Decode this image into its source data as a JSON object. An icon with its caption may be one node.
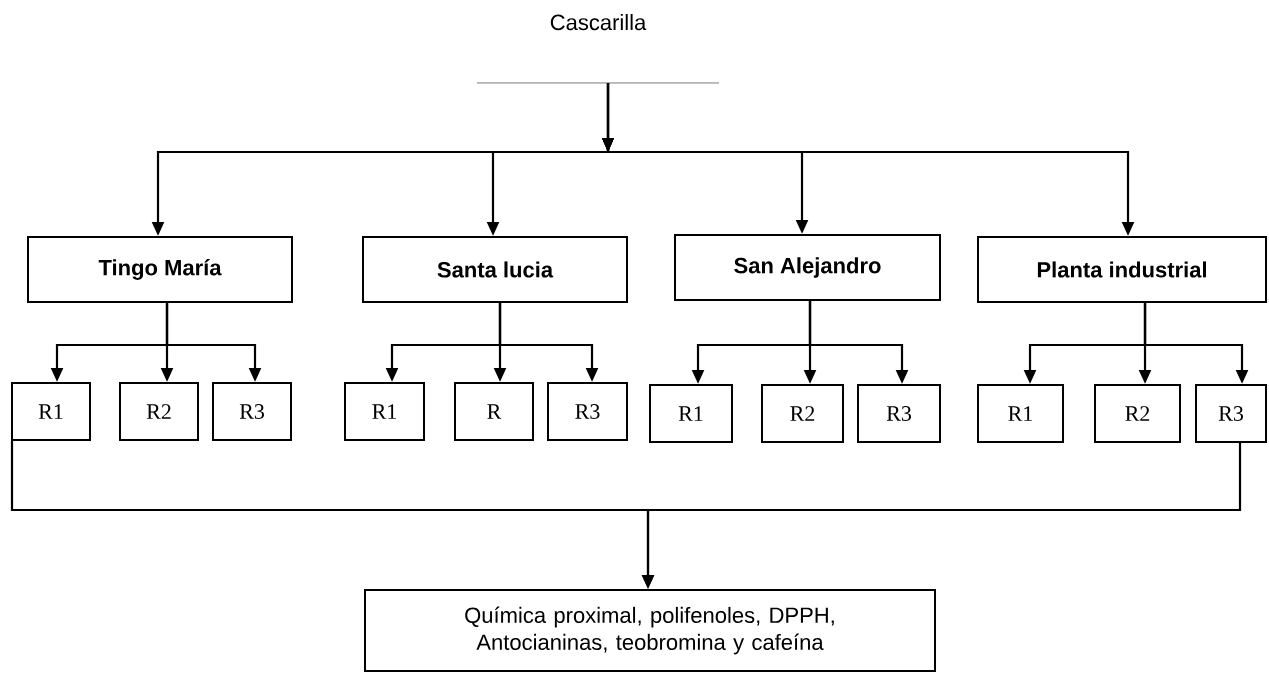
{
  "diagram": {
    "nodes": [
      {
        "text": [
          "Cascarilla"
        ]
      },
      {
        "text": [
          "Tingo María"
        ]
      },
      {
        "text": [
          "Santa lucia"
        ]
      },
      {
        "text": [
          "San Alejandro"
        ]
      },
      {
        "text": [
          "Planta industrial"
        ]
      },
      {
        "text": [
          "R1"
        ]
      },
      {
        "text": [
          "R2"
        ]
      },
      {
        "text": [
          "R3"
        ]
      },
      {
        "text": [
          "R1"
        ]
      },
      {
        "text": [
          "R"
        ]
      },
      {
        "text": [
          "R3"
        ]
      },
      {
        "text": [
          "R1"
        ]
      },
      {
        "text": [
          "R2"
        ]
      },
      {
        "text": [
          "R3"
        ]
      },
      {
        "text": [
          "R1"
        ]
      },
      {
        "text": [
          "R2"
        ]
      },
      {
        "text": [
          "R3"
        ]
      },
      {
        "text": [
          "Química proximal, polifenoles, DPPH, Antocianinas, teobromina y cafeína"
        ]
      }
    ],
    "edges": [
      {
        "from": 0,
        "to": 1,
        "arrow": "to"
      },
      {
        "from": 0,
        "to": 2,
        "arrow": "to"
      },
      {
        "from": 0,
        "to": 3,
        "arrow": "to"
      },
      {
        "from": 0,
        "to": 4,
        "arrow": "to"
      },
      {
        "from": 1,
        "to": 5,
        "arrow": "to"
      },
      {
        "from": 1,
        "to": 6,
        "arrow": "to"
      },
      {
        "from": 1,
        "to": 7,
        "arrow": "to"
      },
      {
        "from": 2,
        "to": 8,
        "arrow": "to"
      },
      {
        "from": 2,
        "to": 9,
        "arrow": "to"
      },
      {
        "from": 2,
        "to": 10,
        "arrow": "to"
      },
      {
        "from": 3,
        "to": 11,
        "arrow": "to"
      },
      {
        "from": 3,
        "to": 12,
        "arrow": "to"
      },
      {
        "from": 3,
        "to": 13,
        "arrow": "to"
      },
      {
        "from": 4,
        "to": 14,
        "arrow": "to"
      },
      {
        "from": 4,
        "to": 15,
        "arrow": "to"
      },
      {
        "from": 4,
        "to": 16,
        "arrow": "to"
      },
      {
        "from": 5,
        "to": 17,
        "arrow": "to"
      },
      {
        "from": 16,
        "to": 17,
        "arrow": "to"
      }
    ]
  }
}
